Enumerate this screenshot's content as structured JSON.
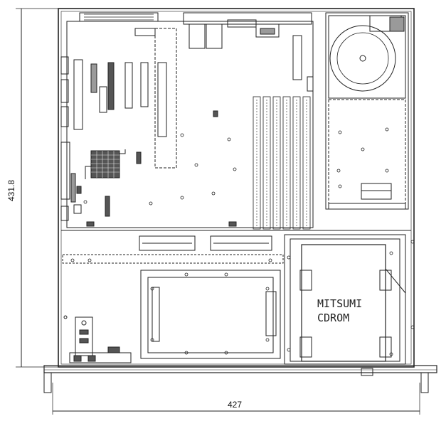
{
  "dimensions": {
    "depth": "431.8",
    "width": "427"
  },
  "drive_label": {
    "brand": "MITSUMI",
    "type": "CDROM"
  },
  "colors": {
    "line": "#222222",
    "fill_dark": "#555555",
    "fill_mid": "#9a9a9a",
    "fill_light": "#e6e6e6"
  }
}
